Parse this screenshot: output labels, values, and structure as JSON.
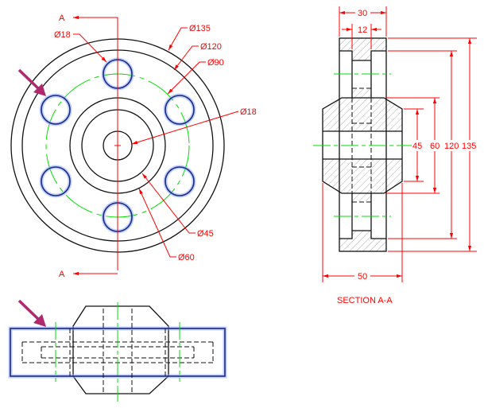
{
  "front_view": {
    "section_label_top": "A",
    "section_label_bottom": "A",
    "dims": {
      "hole_dia": "Ø18",
      "outer_dia": "Ø135",
      "rim_dia": "Ø120",
      "bolt_circle_dia": "Ø90",
      "bore_dia": "Ø18",
      "hub_inner_dia": "Ø45",
      "hub_outer_dia": "Ø60"
    }
  },
  "section_view": {
    "title": "SECTION A-A",
    "dims": {
      "width": "30",
      "web": "12",
      "d45": "45",
      "d60": "60",
      "d120": "120",
      "d135": "135",
      "hub_width": "50"
    }
  },
  "colors": {
    "dimension": "#ff0000",
    "centerline": "#00dd00",
    "outline": "#111111",
    "highlight": "#8aa6ff",
    "pointer": "#b0286e"
  }
}
